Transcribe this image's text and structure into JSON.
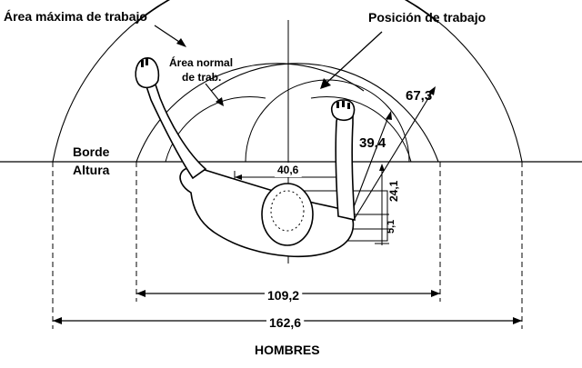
{
  "labels": {
    "area_maxima": "Área máxima de trabajo",
    "posicion": "Posición de trabajo",
    "area_normal_1": "Área normal",
    "area_normal_2": "de trab.",
    "borde": "Borde",
    "altura": "Altura",
    "title": "HOMBRES"
  },
  "dimensions": {
    "d_40_6": "40,6",
    "d_24_1": "24,1",
    "d_5_1": "5,1",
    "d_39_4": "39,4",
    "d_67_3": "67,3",
    "d_109_2": "109,2",
    "d_162_6": "162,6"
  }
}
